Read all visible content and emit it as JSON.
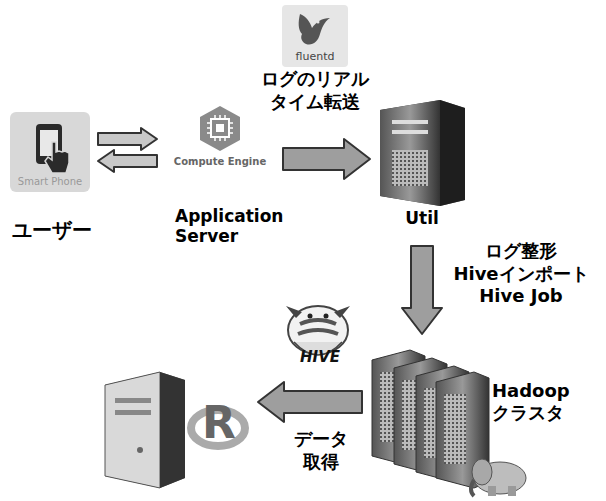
{
  "diagram": {
    "nodes": [
      {
        "text": [
          "Smart Phone",
          "ユーザー"
        ]
      },
      {
        "text": [
          "Compute Engine",
          "Application Server"
        ]
      },
      {
        "text": [
          "fluentd"
        ]
      },
      {
        "text": [
          "Util"
        ]
      },
      {
        "text": [
          "Hadoop クラスタ"
        ]
      },
      {
        "text": [
          "R"
        ]
      }
    ],
    "edges": [
      {
        "from": 0,
        "to": 1,
        "arrow": "to"
      },
      {
        "from": 1,
        "to": 0,
        "arrow": "to"
      },
      {
        "from": 1,
        "to": 3,
        "arrow": "to",
        "label": "ログのリアルタイム転送"
      },
      {
        "from": 3,
        "to": 4,
        "arrow": "to",
        "label": "ログ整形 Hiveインポート Hive Job"
      },
      {
        "from": 4,
        "to": 5,
        "arrow": "to",
        "label": "データ 取得"
      }
    ],
    "labels": [
      "HIVE"
    ]
  }
}
